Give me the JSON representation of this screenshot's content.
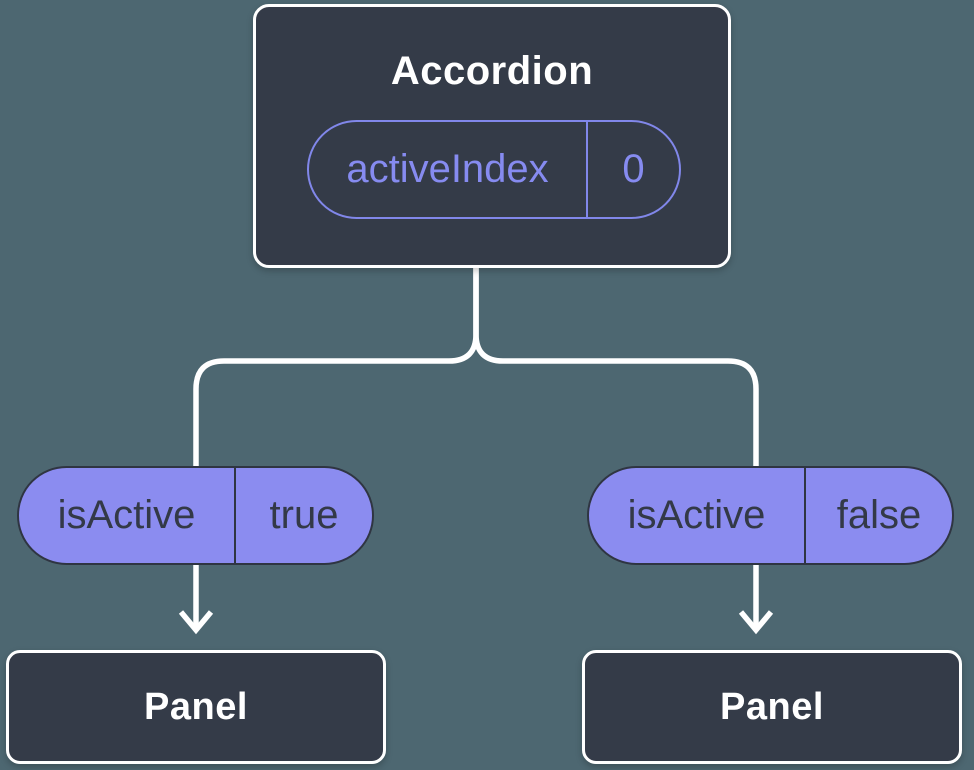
{
  "diagram": {
    "root": {
      "title": "Accordion",
      "state": {
        "name": "activeIndex",
        "value": "0"
      }
    },
    "props": [
      {
        "name": "isActive",
        "value": "true"
      },
      {
        "name": "isActive",
        "value": "false"
      }
    ],
    "children": [
      {
        "title": "Panel"
      },
      {
        "title": "Panel"
      }
    ],
    "colors": {
      "background": "#4d6771",
      "node_fill": "#343b48",
      "node_border": "#ffffff",
      "node_title_text": "#ffffff",
      "state_pill_accent": "#8187ea",
      "prop_pill_fill": "#8b8cf0",
      "prop_pill_border": "#2f3542",
      "prop_pill_text": "#333947",
      "connector": "#ffffff"
    }
  }
}
